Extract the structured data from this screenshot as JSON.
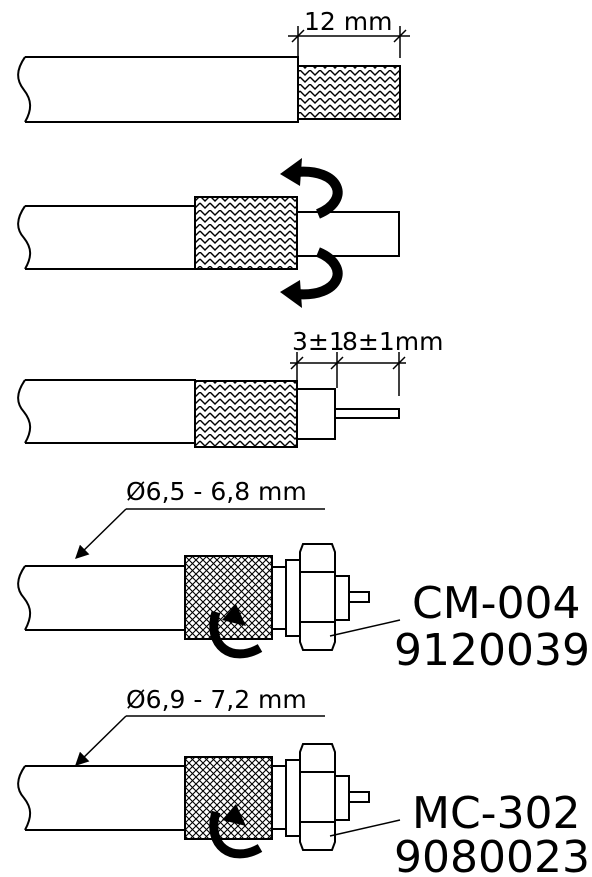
{
  "step1": {
    "strip_length": "12 mm"
  },
  "step3": {
    "dim_dielectric": "3±1",
    "dim_conductor": "8±1mm"
  },
  "step4": {
    "diameter": "Ø6,5 - 6,8 mm",
    "model": "CM-004",
    "part_number": "9120039"
  },
  "step5": {
    "diameter": "Ø6,9 - 7,2 mm",
    "model": "MC-302",
    "part_number": "9080023"
  }
}
